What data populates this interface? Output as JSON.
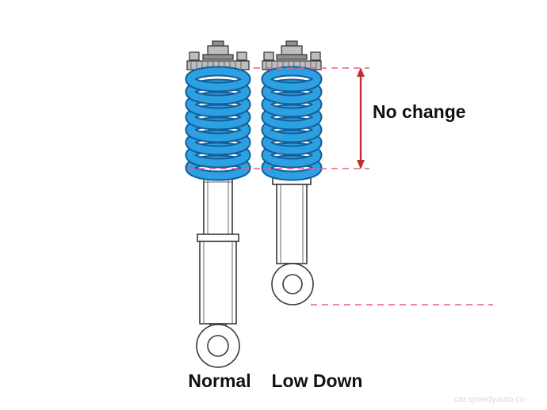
{
  "labels": {
    "no_change": "No change",
    "normal": "Normal",
    "low_down": "Low Down"
  },
  "watermark": "car.speedyauto.co",
  "colors": {
    "spring-fill": "#2d9fe3",
    "spring-outline": "#135e96",
    "guide": "#ee5b8d",
    "arrow": "#c03030",
    "line": "#3a3a3a",
    "metal": "#bdbdbd",
    "metal-dark": "#8f8f8f",
    "text": "#111111",
    "watermark": "#dcdcdc"
  }
}
